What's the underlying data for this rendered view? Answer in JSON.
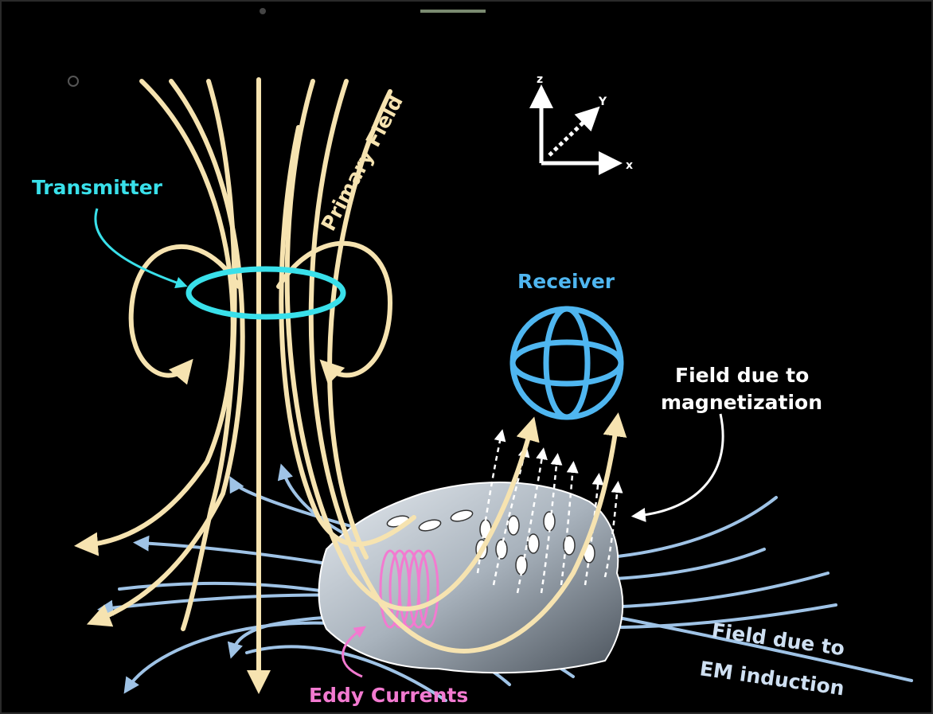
{
  "labels": {
    "transmitter": "Transmitter",
    "primary_field": "Primary Field",
    "receiver": "Receiver",
    "field_magnetization_line1": "Field due to",
    "field_magnetization_line2": "magnetization",
    "field_em_line1": "Field due to",
    "field_em_line2": "EM induction",
    "eddy_currents": "Eddy Currents"
  },
  "axes": {
    "z": "z",
    "y": "Y",
    "x": "x"
  },
  "colors": {
    "background": "#000000",
    "primary_field": "#f6e3b0",
    "transmitter": "#39e0ea",
    "receiver": "#4fb6f0",
    "em_field": "#9fc3e6",
    "eddy": "#f27ad0",
    "text_white": "#ffffff",
    "body_fill": "#c9d0d8"
  }
}
